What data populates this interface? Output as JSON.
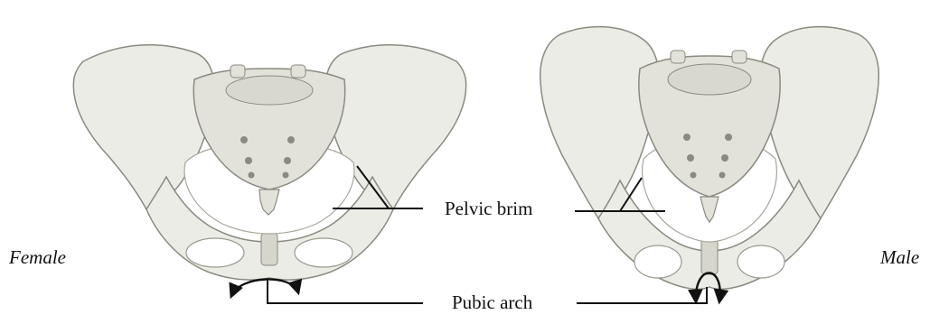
{
  "labels": {
    "female": "Female",
    "male": "Male",
    "pelvic_brim": "Pelvic brim",
    "pubic_arch": "Pubic arch"
  },
  "colors": {
    "bone_fill": "#ecece6",
    "bone_shade": "#d6d6cc",
    "bone_edge": "#8a8a80",
    "sacrum_fill": "#e2e2da",
    "line": "#111111"
  },
  "icons": {
    "female_arch_arrow": "curved-double-arrow-wide",
    "male_arch_arrow": "curved-double-arrow-narrow"
  }
}
